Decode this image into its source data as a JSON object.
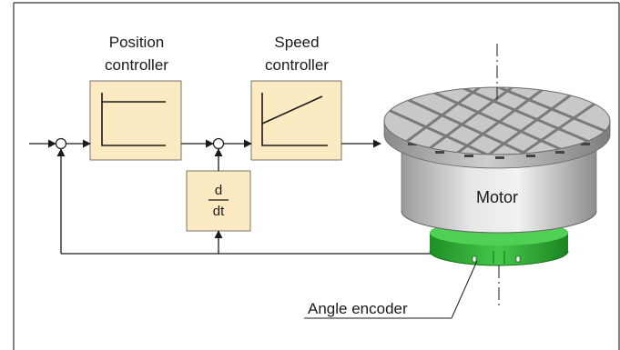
{
  "labels": {
    "position_controller_line1": "Position",
    "position_controller_line2": "controller",
    "speed_controller_line1": "Speed",
    "speed_controller_line2": "controller",
    "derivative_numerator": "d",
    "derivative_denominator": "dt",
    "motor": "Motor",
    "angle_encoder": "Angle encoder"
  },
  "colors": {
    "block_fill": "#fcebc2",
    "block_stroke": "#555555",
    "line": "#1a1a1a",
    "frame": "#333333",
    "encoder_green": "#38b83a",
    "table_top": "#c8c8c8",
    "motor_body": "#d6d6d6"
  }
}
